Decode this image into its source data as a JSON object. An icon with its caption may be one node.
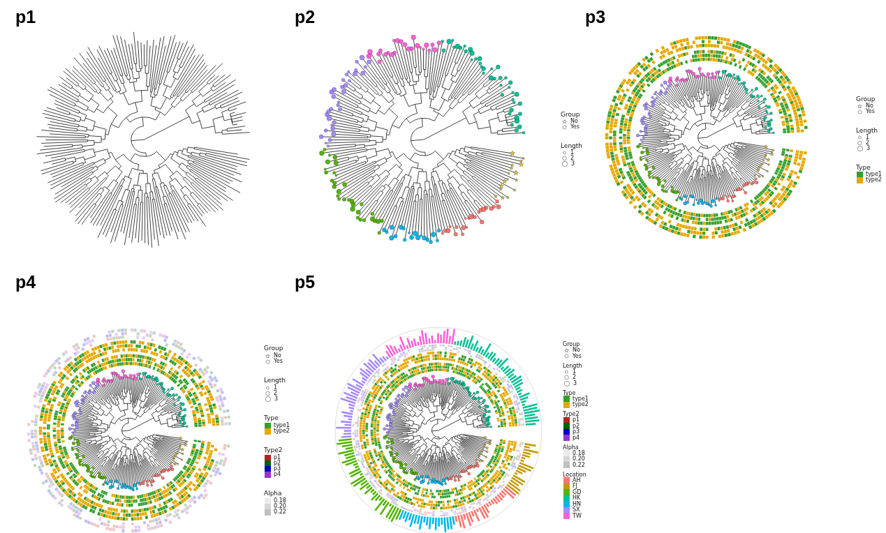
{
  "diagram": {
    "labels": [
      "p1",
      "p2",
      "p3",
      "Group",
      "Length",
      "Group",
      "Length",
      "Type",
      "p4",
      "p5",
      "Group",
      "Length",
      "Type",
      "Type2",
      "Alpha",
      "Group",
      "Length",
      "Type",
      "Type2",
      "Alpha",
      "Location"
    ],
    "legend": [
      {
        "text": "No"
      },
      {
        "text": "Yes"
      },
      {
        "text": "1"
      },
      {
        "text": "2"
      },
      {
        "text": "3"
      },
      {
        "text": "No"
      },
      {
        "text": "Yes"
      },
      {
        "text": "1"
      },
      {
        "text": "2"
      },
      {
        "text": "3"
      },
      {
        "text": "type1",
        "color": "#33a02c"
      },
      {
        "text": "type2",
        "color": "#e6a800"
      },
      {
        "text": "No"
      },
      {
        "text": "Yes"
      },
      {
        "text": "1"
      },
      {
        "text": "2"
      },
      {
        "text": "3"
      },
      {
        "text": "type1",
        "color": "#33a02c"
      },
      {
        "text": "type2",
        "color": "#e6a800"
      },
      {
        "text": "p1",
        "color": "#b22222"
      },
      {
        "text": "p2",
        "color": "#006400"
      },
      {
        "text": "p3",
        "color": "#0000cd"
      },
      {
        "text": "p4",
        "color": "#9932cc"
      },
      {
        "text": "0.18",
        "color": "#ebebeb"
      },
      {
        "text": "0.20",
        "color": "#d6d6d6"
      },
      {
        "text": "0.22",
        "color": "#c0c0c0"
      },
      {
        "text": "No"
      },
      {
        "text": "Yes"
      },
      {
        "text": "1"
      },
      {
        "text": "2"
      },
      {
        "text": "3"
      },
      {
        "text": "type1",
        "color": "#33a02c"
      },
      {
        "text": "type2",
        "color": "#e6a800"
      },
      {
        "text": "p1",
        "color": "#b22222"
      },
      {
        "text": "p2",
        "color": "#006400"
      },
      {
        "text": "p3",
        "color": "#0000cd"
      },
      {
        "text": "p4",
        "color": "#9932cc"
      },
      {
        "text": "0.18",
        "color": "#ebebeb"
      },
      {
        "text": "0.20",
        "color": "#d6d6d6"
      },
      {
        "text": "0.22",
        "color": "#c0c0c0"
      },
      {
        "text": "AH",
        "color": "#f8766d"
      },
      {
        "text": "FJ",
        "color": "#c49a00"
      },
      {
        "text": "GD",
        "color": "#53b400"
      },
      {
        "text": "HK",
        "color": "#00c094"
      },
      {
        "text": "HN",
        "color": "#00b6eb"
      },
      {
        "text": "SX",
        "color": "#a58aff"
      },
      {
        "text": "TW",
        "color": "#fb61d7"
      }
    ]
  }
}
